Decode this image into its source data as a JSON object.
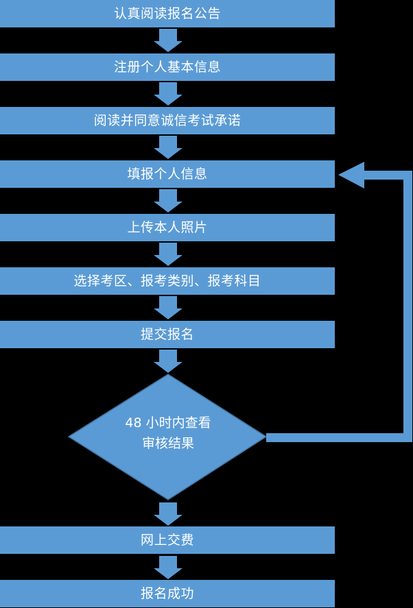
{
  "colors": {
    "background": "#000000",
    "box_fill": "#5b9bd5",
    "arrow_fill": "#5b9bd5",
    "decision_stroke": "#41719c",
    "text": "#ffffff"
  },
  "steps": [
    {
      "label": "认真阅读报名公告"
    },
    {
      "label": "注册个人基本信息"
    },
    {
      "label": "阅读并同意诚信考试承诺"
    },
    {
      "label": "填报个人信息"
    },
    {
      "label": "上传本人照片"
    },
    {
      "label": "选择考区、报考类别、报考科目"
    },
    {
      "label": "提交报名"
    }
  ],
  "decision": {
    "line1": "48 小时内查看",
    "line2": "审核结果"
  },
  "final_steps": [
    {
      "label": "网上交费"
    },
    {
      "label": "报名成功"
    }
  ]
}
